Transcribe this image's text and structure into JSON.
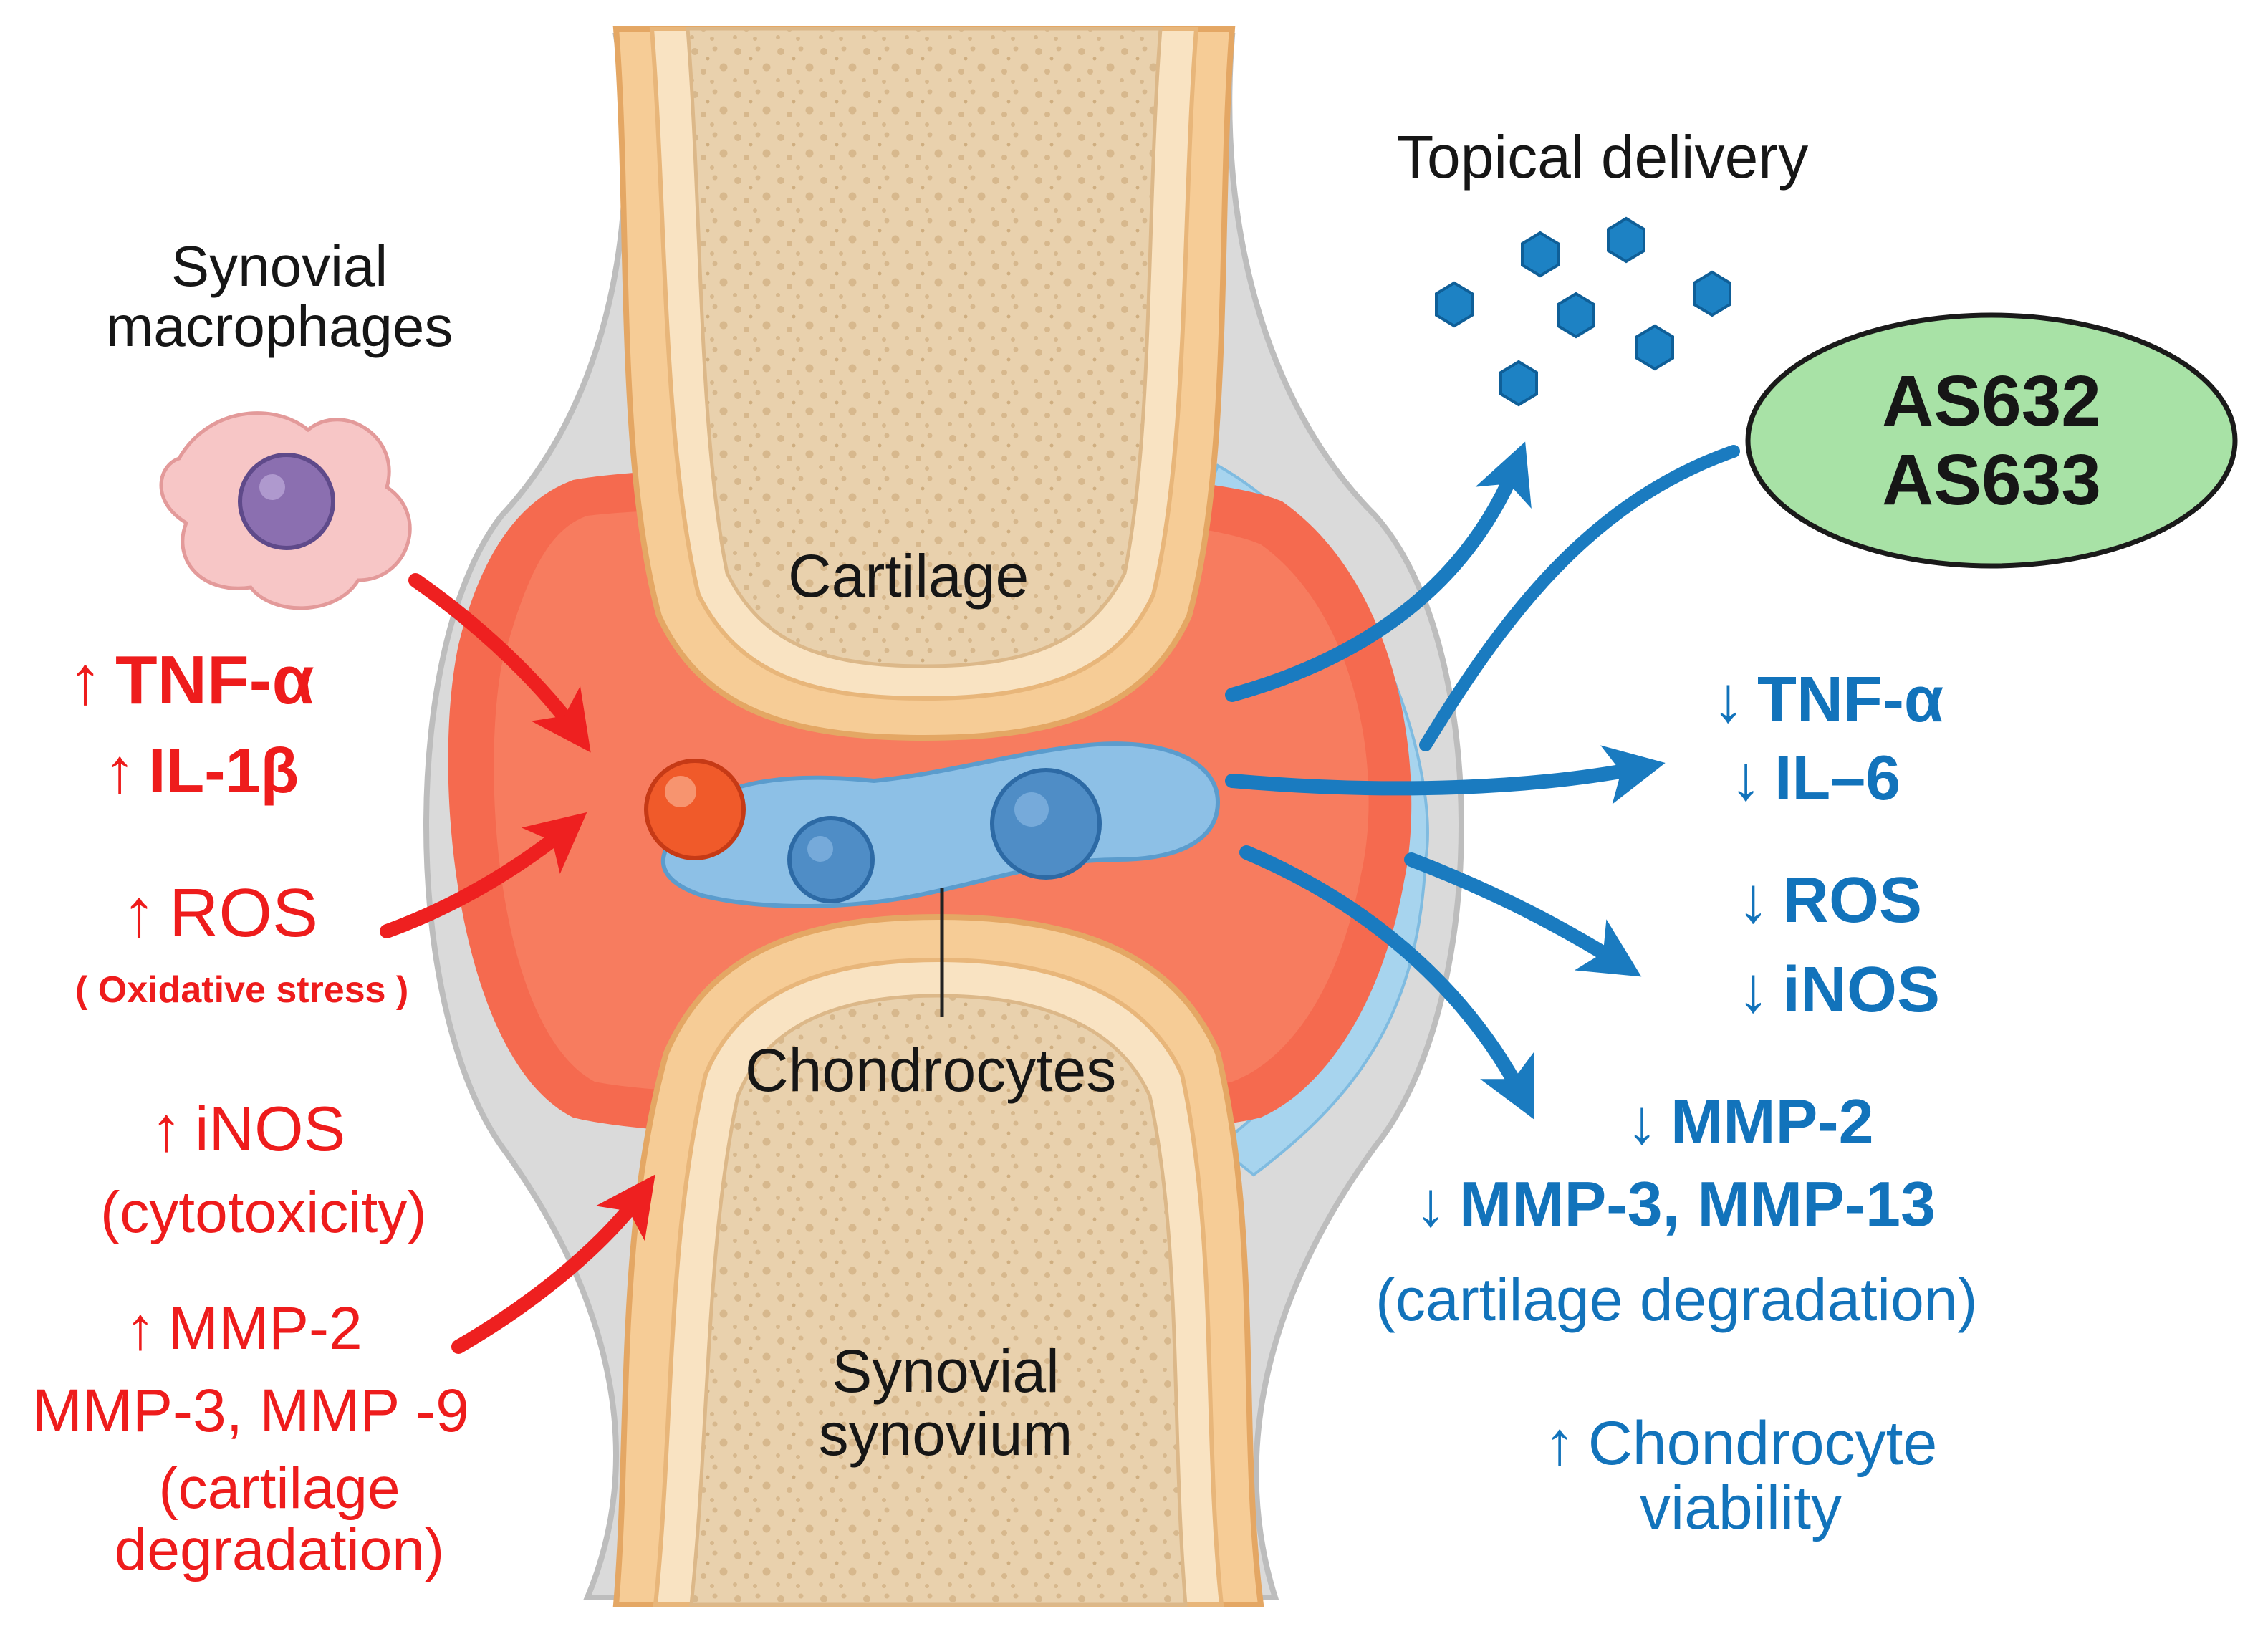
{
  "colors": {
    "pro_inflammatory": "#ee1c1c",
    "anti_inflammatory": "#1273bb",
    "drug_ellipse": "#a8e2a6",
    "inflamed_synovium": "#f56a4f",
    "cartilage": "#f6cc96",
    "bone": "#e9d1ad",
    "chondrocyte": "#8dc0e6",
    "capsule": "#d4d4d4"
  },
  "icons": {
    "up": "↑",
    "down": "↓"
  },
  "labels": {
    "synovial_macrophages": [
      "Synovial",
      "macrophages"
    ],
    "cartilage": "Cartilage",
    "chondrocytes": "Chondrocytes",
    "synovial_synovium": [
      "Synovial",
      "synovium"
    ],
    "topical_delivery": "Topical delivery",
    "drug_names": [
      "AS632",
      "AS633"
    ]
  },
  "left_effects": {
    "tnf": "TNF-α",
    "il1b": "IL-1β",
    "ros": "ROS",
    "ros_note": "( Oxidative stress )",
    "inos": "iNOS",
    "inos_note": "(cytotoxicity)",
    "mmp_line1": "MMP-2",
    "mmp_line2": "MMP-3, MMP -9",
    "mmp_note": [
      "(cartilage",
      "degradation)"
    ]
  },
  "right_effects": {
    "tnf": "TNF-α",
    "il6": "IL–6",
    "ros": "ROS",
    "inos": "iNOS",
    "mmp_line1": "MMP-2",
    "mmp_line2": "MMP-3, MMP-13",
    "mmp_note": "(cartilage degradation)",
    "viability": [
      "Chondrocyte",
      "viability"
    ]
  }
}
